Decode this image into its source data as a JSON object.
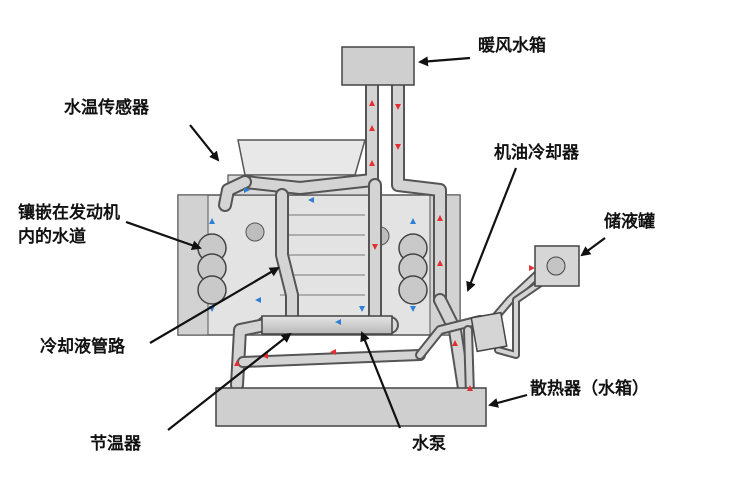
{
  "labels": {
    "heater_core": "暖风水箱",
    "temp_sensor": "水温传感器",
    "oil_cooler": "机油冷却器",
    "embedded_passage_line1": "镶嵌在发动机",
    "embedded_passage_line2": "内的水道",
    "reservoir": "储液罐",
    "coolant_pipe": "冷却液管路",
    "radiator": "散热器（水箱）",
    "thermostat": "节温器",
    "water_pump": "水泵"
  },
  "colors": {
    "hot_arrow": "#e23030",
    "cool_arrow": "#2f7fd6",
    "body_fill": "#cfcfcf",
    "outline": "#444444"
  },
  "icons": [
    "flow-arrow-hot",
    "flow-arrow-cool",
    "pointer-arrow"
  ]
}
